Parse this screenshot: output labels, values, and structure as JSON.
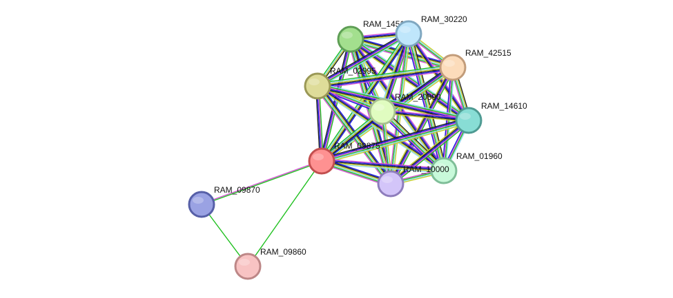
{
  "nodes": [
    {
      "id": "RAM_14510",
      "label": "RAM_1451",
      "fill": "#a3df8e",
      "stroke": "#5e9e55"
    },
    {
      "id": "RAM_30220",
      "label": "RAM_30220",
      "fill": "#bfe6fb",
      "stroke": "#7fa7c0"
    },
    {
      "id": "RAM_42515",
      "label": "RAM_42515",
      "fill": "#fcdcbb",
      "stroke": "#c29c7a"
    },
    {
      "id": "RAM_02995",
      "label": "RAM_02995",
      "fill": "#dedc99",
      "stroke": "#9a9856"
    },
    {
      "id": "RAM_20890",
      "label": "RAM_20890",
      "fill": "#e0fcc0",
      "stroke": "#a7c08f"
    },
    {
      "id": "RAM_14610",
      "label": "RAM_14610",
      "fill": "#88ddd5",
      "stroke": "#4e9a92"
    },
    {
      "id": "RAM_09875",
      "label": "RAM_09875",
      "fill": "#fe9191",
      "stroke": "#c24f4f"
    },
    {
      "id": "RAM_01960",
      "label": "RAM_01960",
      "fill": "#c8f9da",
      "stroke": "#7fbe98"
    },
    {
      "id": "RAM_10000",
      "label": "RAM_10000",
      "fill": "#d3c5f9",
      "stroke": "#8e7dbc"
    },
    {
      "id": "RAM_09870",
      "label": "RAM_09870",
      "fill": "#9aa2e3",
      "stroke": "#565fa7"
    },
    {
      "id": "RAM_09860",
      "label": "RAM_09860",
      "fill": "#f8c3c3",
      "stroke": "#bd8787"
    }
  ],
  "edge_colors": [
    "#1fc01f",
    "#d050d0",
    "#1515e0",
    "#202020",
    "#c9d12a",
    "#8fd8f0"
  ],
  "edges": [
    {
      "source": "RAM_09875",
      "target": "RAM_09870",
      "colors": [
        "#1fc01f",
        "#d050d0"
      ]
    },
    {
      "source": "RAM_09875",
      "target": "RAM_09860",
      "colors": [
        "#1fc01f"
      ]
    },
    {
      "source": "RAM_09870",
      "target": "RAM_09860",
      "colors": [
        "#1fc01f"
      ]
    }
  ],
  "cluster": [
    "RAM_14510",
    "RAM_30220",
    "RAM_42515",
    "RAM_02995",
    "RAM_20890",
    "RAM_14610",
    "RAM_09875",
    "RAM_01960",
    "RAM_10000"
  ]
}
